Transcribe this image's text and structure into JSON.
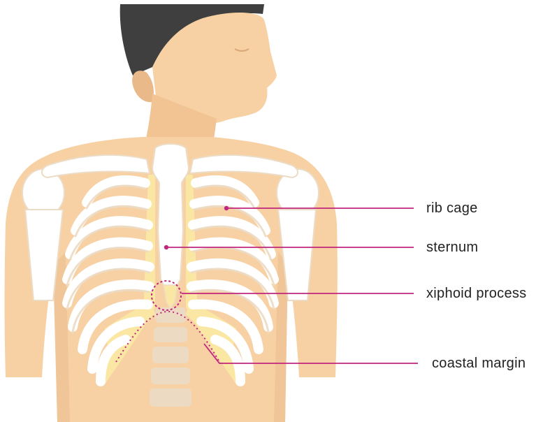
{
  "labels": {
    "rib_cage": "rib cage",
    "sternum": "sternum",
    "xiphoid_process": "xiphoid process",
    "coastal_margin": "coastal margin"
  },
  "colors": {
    "skin": "#f7d1a4",
    "skin_shadow": "#eab98a",
    "hair": "#3f3f3f",
    "bone": "#ffffff",
    "bone_shadow": "#ecdcc6",
    "cartilage": "#fbe7a4",
    "leader_line": "#c0267c"
  }
}
